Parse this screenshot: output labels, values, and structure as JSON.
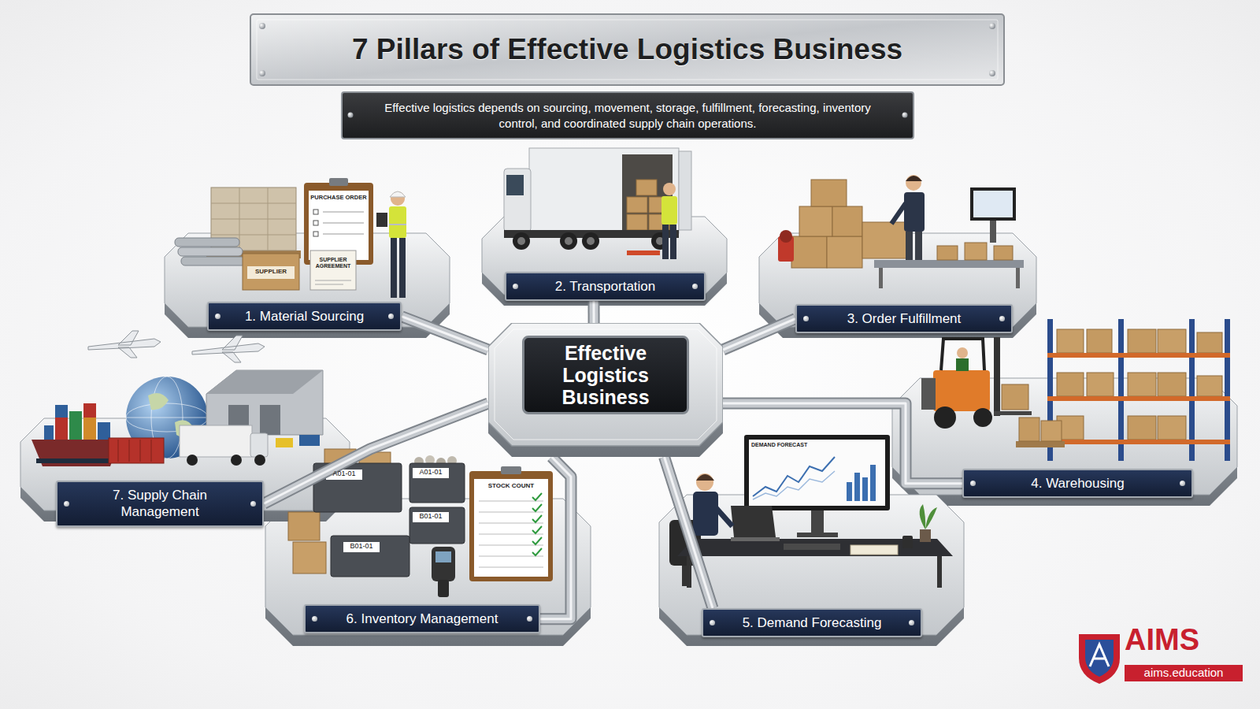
{
  "diagram": {
    "title": "7 Pillars of Effective Logistics Business",
    "caption": "Effective logistics depends on sourcing, movement, storage, fulfillment, forecasting, inventory control, and coordinated supply chain operations.",
    "nodes": [
      {
        "text": [
          "Effective Logistics Business"
        ]
      },
      {
        "text": [
          "1. Material Sourcing"
        ]
      },
      {
        "text": [
          "2. Transportation"
        ]
      },
      {
        "text": [
          "3. Order Fulfillment"
        ]
      },
      {
        "text": [
          "4. Warehousing"
        ]
      },
      {
        "text": [
          "5. Demand Forecasting"
        ]
      },
      {
        "text": [
          "6. Inventory Management"
        ]
      },
      {
        "text": [
          "7. Supply Chain Management"
        ]
      }
    ],
    "edges": [
      {
        "from": 0,
        "to": 1,
        "arrow": "none"
      },
      {
        "from": 0,
        "to": 2,
        "arrow": "none"
      },
      {
        "from": 0,
        "to": 3,
        "arrow": "none"
      },
      {
        "from": 0,
        "to": 4,
        "arrow": "none"
      },
      {
        "from": 0,
        "to": 5,
        "arrow": "none"
      },
      {
        "from": 0,
        "to": 6,
        "arrow": "none"
      },
      {
        "from": 0,
        "to": 7,
        "arrow": "none"
      }
    ],
    "labels": [
      "PURCHASE ORDER",
      "SUPPLIER AGREEMENT",
      "SUPPLIER",
      "DEMAND FORECAST",
      "STOCK COUNT",
      "A01-01",
      "A01-01",
      "B01-01",
      "B01-01",
      "AIMS",
      "aims.education"
    ]
  }
}
